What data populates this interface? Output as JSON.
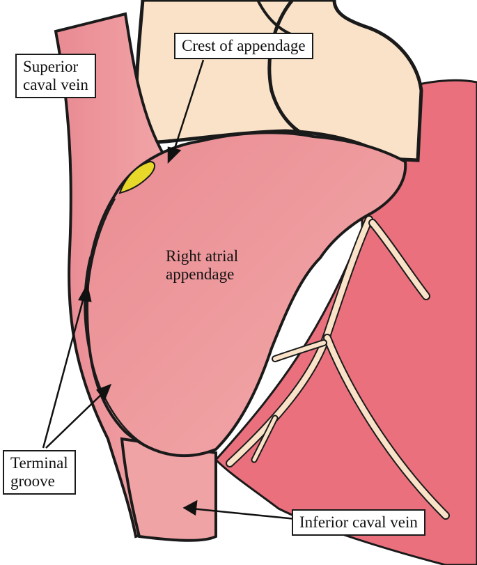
{
  "labels": {
    "superior_caval_vein": [
      "Superior",
      "caval vein"
    ],
    "crest_of_appendage": "Crest of appendage",
    "right_atrial_appendage": [
      "Right atrial",
      "appendage"
    ],
    "terminal_groove": [
      "Terminal",
      "groove"
    ],
    "inferior_caval_vein": "Inferior caval vein"
  },
  "colors": {
    "ventricle": "#e9707c",
    "atrium": "#eea0a4",
    "aorta": "#f9e2c8",
    "crest_highlight": "#e8d82a",
    "outline": "#1a1a1a"
  }
}
